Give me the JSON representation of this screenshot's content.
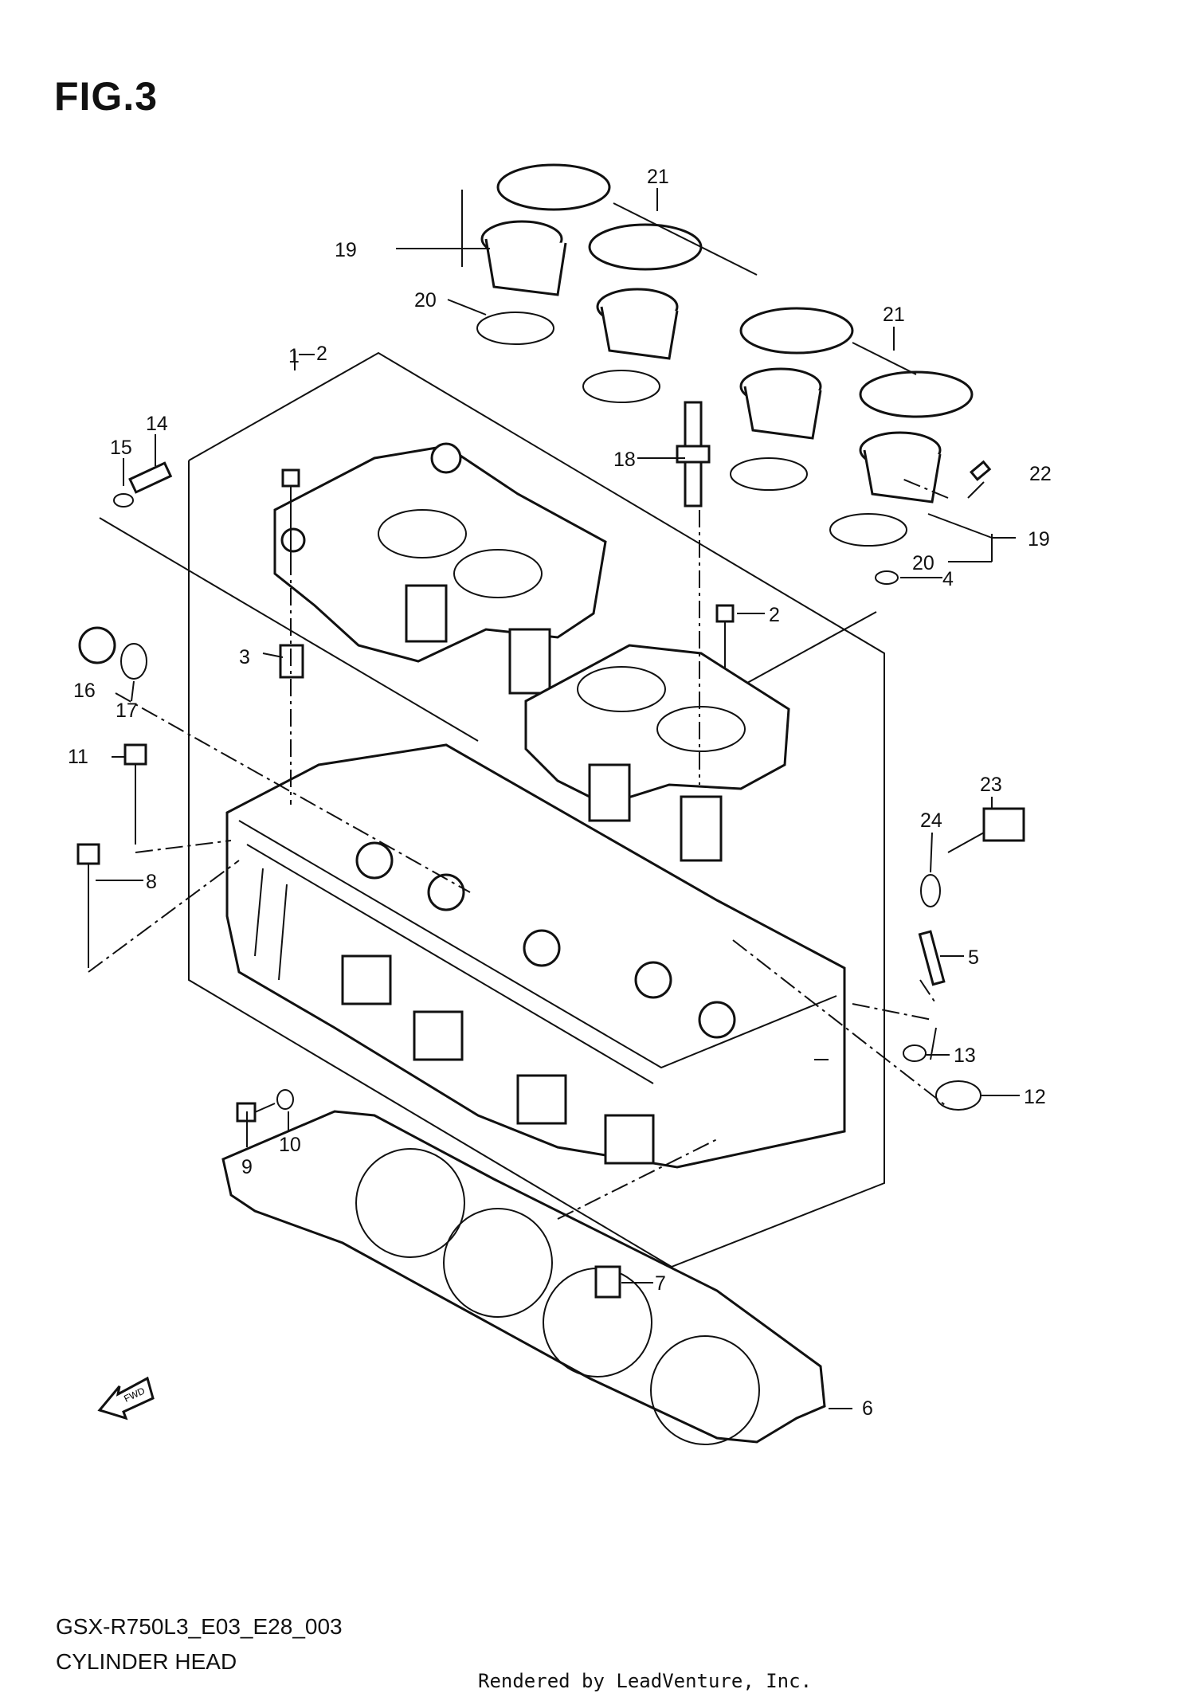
{
  "figure": {
    "title": "FIG.3",
    "model_code": "GSX-R750L3_E03_E28_003",
    "name": "CYLINDER HEAD",
    "credit": "Rendered by LeadVenture, Inc.",
    "fwd_label": "FWD"
  },
  "callouts": [
    "1",
    "2",
    "2",
    "3",
    "4",
    "5",
    "6",
    "7",
    "8",
    "9",
    "10",
    "11",
    "12",
    "13",
    "14",
    "15",
    "16",
    "17",
    "18",
    "19",
    "19",
    "20",
    "20",
    "21",
    "21",
    "22",
    "23",
    "24"
  ],
  "parts": [
    "cylinder-head",
    "bolt",
    "bolt",
    "dowel-pin",
    "washer",
    "pin",
    "head-gasket",
    "dowel-pin",
    "bolt",
    "bolt",
    "washer",
    "bolt",
    "o-ring",
    "o-ring",
    "fitting",
    "gasket",
    "plug",
    "gasket",
    "spark-plug",
    "intake-pipe",
    "intake-pipe",
    "o-ring",
    "o-ring",
    "clamp",
    "clamp",
    "screw",
    "temperature-sensor",
    "gasket"
  ]
}
